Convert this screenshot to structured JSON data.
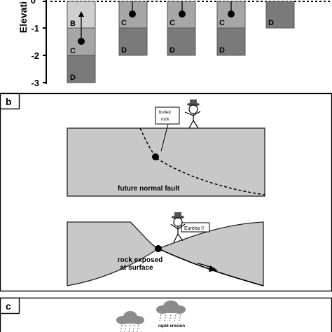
{
  "panel_a": {
    "y_axis_label": "Elevati",
    "ticks": [
      "0",
      "-1",
      "-2",
      "-3"
    ],
    "columns": [
      {
        "segments": [
          "B",
          "C",
          "D"
        ]
      },
      {
        "segments": [
          "C",
          "D"
        ]
      },
      {
        "segments": [
          "C",
          "D"
        ]
      },
      {
        "segments": [
          "C",
          "D"
        ]
      },
      {
        "segments": [
          "D"
        ]
      }
    ]
  },
  "panel_b": {
    "label": "b",
    "top_scene": {
      "callout": [
        "buried",
        "rock"
      ],
      "fault_label": "future normal fault"
    },
    "bottom_scene": {
      "callout": "Eureka !!",
      "rock_label": [
        "rock exposed",
        "at surface"
      ]
    }
  },
  "panel_c": {
    "label": "c",
    "erosion_label": "rapid erosion"
  },
  "colors": {
    "segment_B": "#cfcfcf",
    "segment_C": "#a6a6a6",
    "segment_D": "#7a7a7a",
    "block_fill": "#c8c8c8",
    "cloud_fill": "#8c8c8c"
  },
  "icons": [
    "person-figure-icon",
    "raincloud-icon",
    "rock-dot-icon",
    "slip-arrow-icon"
  ]
}
